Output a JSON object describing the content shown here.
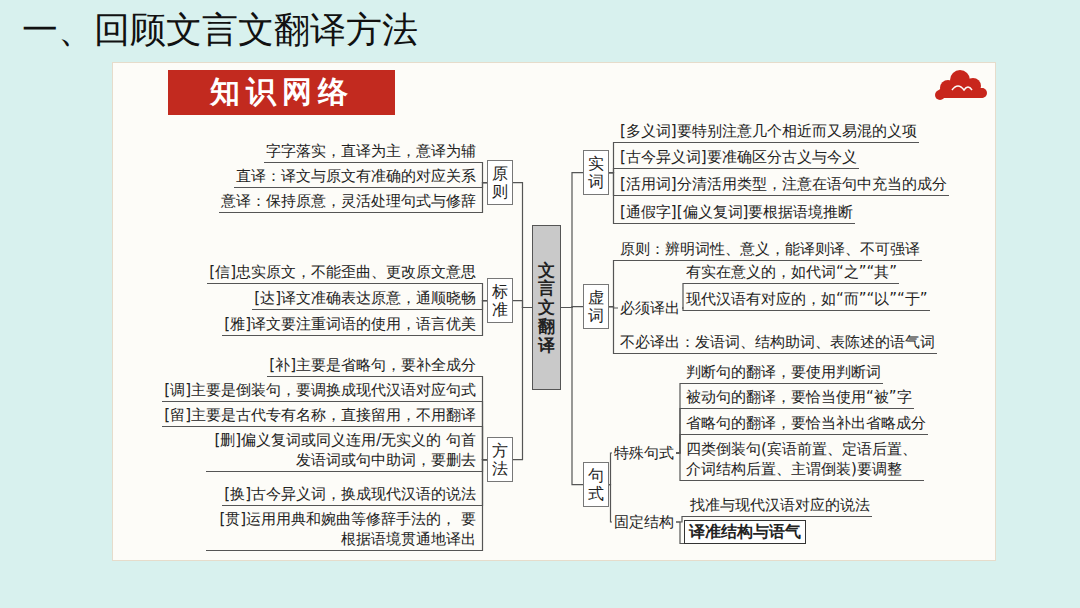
{
  "diagram": {
    "title": "一、回顾文言文翻译方法",
    "nodes": [
      {
        "text": [
          "知识网络"
        ]
      },
      {
        "text": [
          "文言文翻译"
        ]
      },
      {
        "text": [
          "原则"
        ]
      },
      {
        "text": [
          "标准"
        ]
      },
      {
        "text": [
          "方法"
        ]
      },
      {
        "text": [
          "实词"
        ]
      },
      {
        "text": [
          "虚词"
        ]
      },
      {
        "text": [
          "句式"
        ]
      },
      {
        "text": [
          "字字落实，直译为主，意译为辅"
        ]
      },
      {
        "text": [
          "直译：译文与原文有准确的对应关系"
        ]
      },
      {
        "text": [
          "意译：保持原意，灵活处理句式与修辞"
        ]
      },
      {
        "text": [
          "[信]忠实原文，不能歪曲、更改原文意思"
        ]
      },
      {
        "text": [
          "[达]译文准确表达原意，通顺晓畅"
        ]
      },
      {
        "text": [
          "[雅]译文要注重词语的使用，语言优美"
        ]
      },
      {
        "text": [
          "[补]主要是省略句，要补全成分"
        ]
      },
      {
        "text": [
          "[调]主要是倒装句，要调换成现代汉语对应句式"
        ]
      },
      {
        "text": [
          "[留]主要是古代专有名称，直接留用，不用翻译"
        ]
      },
      {
        "text": [
          "[删]偏义复词或同义连用/无实义的 句首发语词或句中助词，要删去"
        ]
      },
      {
        "text": [
          "[换]古今异义词，换成现代汉语的说法"
        ]
      },
      {
        "text": [
          "[贯]运用用典和婉曲等修辞手法的， 要根据语境贯通地译出"
        ]
      },
      {
        "text": [
          "[多义词]要特别注意几个相近而又易混的义项"
        ]
      },
      {
        "text": [
          "[古今异义词]要准确区分古义与今义"
        ]
      },
      {
        "text": [
          "[活用词]分清活用类型，注意在语句中充当的成分"
        ]
      },
      {
        "text": [
          "[通假字][偏义复词]要根据语境推断"
        ]
      },
      {
        "text": [
          "原则：辨明词性、意义，能译则译、不可强译"
        ]
      },
      {
        "text": [
          "必须译出"
        ]
      },
      {
        "text": [
          "有实在意义的，如代词“之”“其”"
        ]
      },
      {
        "text": [
          "现代汉语有对应的，如“而”“以”“于”"
        ]
      },
      {
        "text": [
          "不必译出：发语词、结构助词、表陈述的语气词"
        ]
      },
      {
        "text": [
          "特殊句式"
        ]
      },
      {
        "text": [
          "判断句的翻译，要使用判断词"
        ]
      },
      {
        "text": [
          "被动句的翻译，要恰当使用“被”字"
        ]
      },
      {
        "text": [
          "省略句的翻译，要恰当补出省略成分"
        ]
      },
      {
        "text": [
          "四类倒装句(宾语前置、定语后置、 介词结构后置、主谓倒装)要调整"
        ]
      },
      {
        "text": [
          "固定结构"
        ]
      },
      {
        "text": [
          "找准与现代汉语对应的说法"
        ]
      },
      {
        "text": [
          "译准结构与语气"
        ]
      }
    ],
    "edges": [
      {
        "from": 1,
        "to": 2,
        "arrow": "none"
      },
      {
        "from": 1,
        "to": 3,
        "arrow": "none"
      },
      {
        "from": 1,
        "to": 4,
        "arrow": "none"
      },
      {
        "from": 1,
        "to": 5,
        "arrow": "none"
      },
      {
        "from": 1,
        "to": 6,
        "arrow": "none"
      },
      {
        "from": 1,
        "to": 7,
        "arrow": "none"
      },
      {
        "from": 2,
        "to": 8,
        "arrow": "none"
      },
      {
        "from": 2,
        "to": 9,
        "arrow": "none"
      },
      {
        "from": 2,
        "to": 10,
        "arrow": "none"
      },
      {
        "from": 3,
        "to": 11,
        "arrow": "none"
      },
      {
        "from": 3,
        "to": 12,
        "arrow": "none"
      },
      {
        "from": 3,
        "to": 13,
        "arrow": "none"
      },
      {
        "from": 4,
        "to": 14,
        "arrow": "none"
      },
      {
        "from": 4,
        "to": 15,
        "arrow": "none"
      },
      {
        "from": 4,
        "to": 16,
        "arrow": "none"
      },
      {
        "from": 4,
        "to": 17,
        "arrow": "none"
      },
      {
        "from": 4,
        "to": 18,
        "arrow": "none"
      },
      {
        "from": 4,
        "to": 19,
        "arrow": "none"
      },
      {
        "from": 5,
        "to": 20,
        "arrow": "none"
      },
      {
        "from": 5,
        "to": 21,
        "arrow": "none"
      },
      {
        "from": 5,
        "to": 22,
        "arrow": "none"
      },
      {
        "from": 5,
        "to": 23,
        "arrow": "none"
      },
      {
        "from": 6,
        "to": 24,
        "arrow": "none"
      },
      {
        "from": 6,
        "to": 25,
        "arrow": "none"
      },
      {
        "from": 6,
        "to": 28,
        "arrow": "none"
      },
      {
        "from": 25,
        "to": 26,
        "arrow": "none"
      },
      {
        "from": 25,
        "to": 27,
        "arrow": "none"
      },
      {
        "from": 7,
        "to": 29,
        "arrow": "none"
      },
      {
        "from": 7,
        "to": 34,
        "arrow": "none"
      },
      {
        "from": 29,
        "to": 30,
        "arrow": "none"
      },
      {
        "from": 29,
        "to": 31,
        "arrow": "none"
      },
      {
        "from": 29,
        "to": 32,
        "arrow": "none"
      },
      {
        "from": 29,
        "to": 33,
        "arrow": "none"
      },
      {
        "from": 34,
        "to": 35,
        "arrow": "none"
      },
      {
        "from": 34,
        "to": 36,
        "arrow": "none"
      }
    ]
  }
}
